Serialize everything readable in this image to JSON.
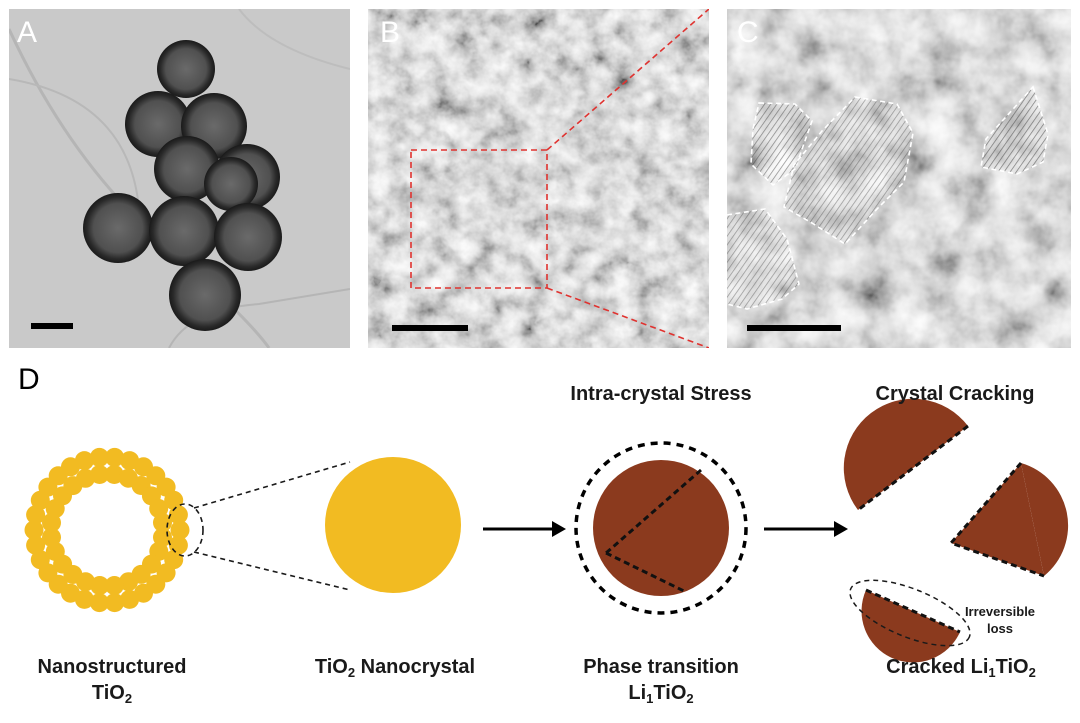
{
  "panels": {
    "a": "A",
    "b": "B",
    "c": "C",
    "d": "D"
  },
  "schematic": {
    "headings": {
      "stress": "Intra-crystal Stress",
      "cracking": "Crystal Cracking"
    },
    "captions": {
      "nanostructured_line1": "Nanostructured",
      "nanostructured_line2_main": "TiO",
      "nanostructured_line2_sub": "2",
      "nanocrystal_main": "TiO",
      "nanocrystal_sub": "2",
      "nanocrystal_rest": " Nanocrystal",
      "phase_line1": "Phase transition",
      "phase_line2_a": "Li",
      "phase_line2_sub1": "1",
      "phase_line2_b": "TiO",
      "phase_line2_sub2": "2",
      "cracked_a": "Cracked Li",
      "cracked_sub1": "1",
      "cracked_b": "TiO",
      "cracked_sub2": "2"
    },
    "annotation": {
      "line1": "Irreversible",
      "line2": "loss"
    },
    "colors": {
      "tio2": "#f2bb22",
      "lithiated": "#8b3a1e",
      "highlight": "#e0322f"
    }
  }
}
